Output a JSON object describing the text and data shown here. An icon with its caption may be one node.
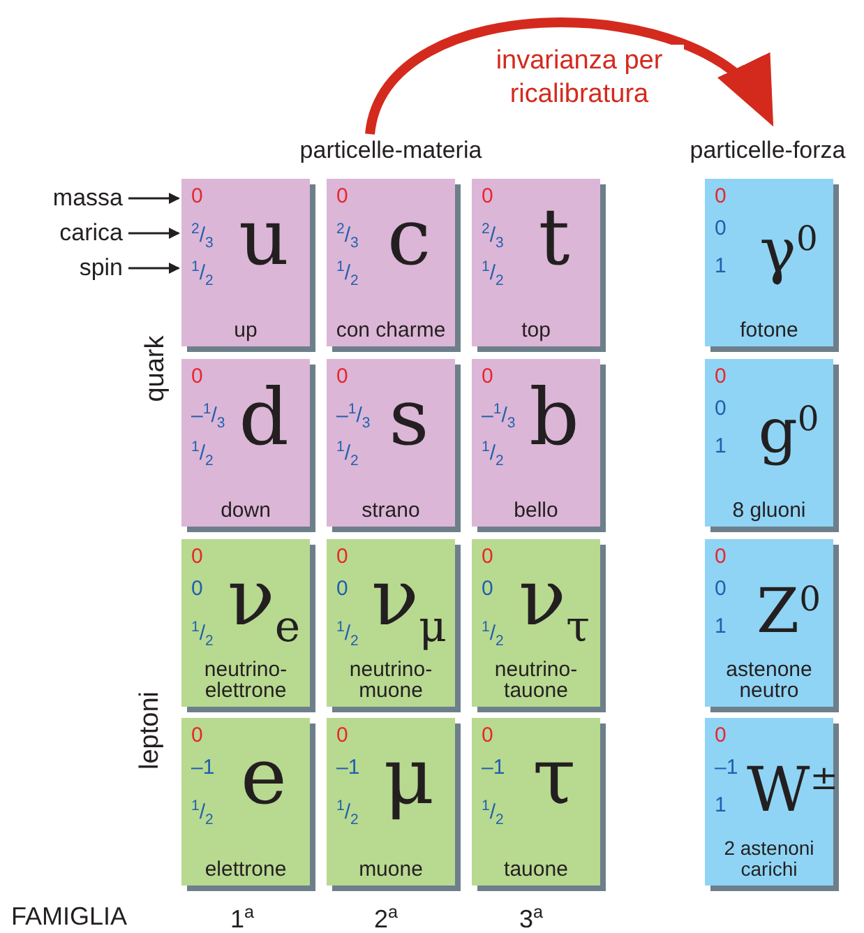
{
  "diagram": {
    "nodes": [
      {
        "text": [
          "particelle-materia"
        ]
      },
      {
        "text": [
          "particelle-forza"
        ]
      },
      {
        "text": [
          "massa"
        ]
      },
      {
        "text": [
          "carica"
        ]
      },
      {
        "text": [
          "spin"
        ]
      },
      {
        "text": [
          "0",
          "$^{2}$/$_{3}$",
          "$^{1}$/$_{2}$",
          "u",
          "up"
        ]
      },
      {
        "text": [
          "0",
          "$^{2}$/$_{3}$",
          "$^{1}$/$_{2}$",
          "c",
          "con charme"
        ]
      },
      {
        "text": [
          "0",
          "$^{2}$/$_{3}$",
          "$^{1}$/$_{2}$",
          "t",
          "top"
        ]
      },
      {
        "text": [
          "0",
          "0",
          "1",
          "γ$^{0}$",
          "fotone"
        ]
      },
      {
        "text": [
          "0",
          "–$^{1}$/$_{3}$",
          "$^{1}$/$_{2}$",
          "d",
          "down"
        ]
      },
      {
        "text": [
          "0",
          "–$^{1}$/$_{3}$",
          "$^{1}$/$_{2}$",
          "s",
          "strano"
        ]
      },
      {
        "text": [
          "0",
          "–$^{1}$/$_{3}$",
          "$^{1}$/$_{2}$",
          "b",
          "bello"
        ]
      },
      {
        "text": [
          "0",
          "0",
          "1",
          "g$^{0}$",
          "8 gluoni"
        ]
      },
      {
        "text": [
          "0",
          "0",
          "$^{1}$/$_{2}$",
          "ν$_{e}$",
          "neutrino-elettrone"
        ]
      },
      {
        "text": [
          "0",
          "0",
          "$^{1}$/$_{2}$",
          "ν$_{μ}$",
          "neutrino-muone"
        ]
      },
      {
        "text": [
          "0",
          "0",
          "$^{1}$/$_{2}$",
          "ν$_{τ}$",
          "neutrino-tauone"
        ]
      },
      {
        "text": [
          "0",
          "0",
          "1",
          "Z$^{0}$",
          "astenone neutro"
        ]
      },
      {
        "text": [
          "0",
          "–1",
          "$^{1}$/$_{2}$",
          "e",
          "elettrone"
        ]
      },
      {
        "text": [
          "0",
          "–1",
          "$^{1}$/$_{2}$",
          "μ",
          "muone"
        ]
      },
      {
        "text": [
          "0",
          "–1",
          "$^{1}$/$_{2}$",
          "τ",
          "tauone"
        ]
      },
      {
        "text": [
          "0",
          "–1",
          "1",
          "W$^{±}$",
          "2 astenoni carichi"
        ]
      }
    ],
    "edges": [
      {
        "from": 0,
        "to": 1,
        "arrow": "to",
        "label": "invarianza per ricalibratura",
        "style": "thick",
        "color": "#d42a1e"
      },
      {
        "from": 2,
        "to": 5,
        "arrow": "to"
      },
      {
        "from": 3,
        "to": 5,
        "arrow": "to"
      },
      {
        "from": 4,
        "to": 5,
        "arrow": "to"
      }
    ],
    "labels": [
      "quark",
      "leptoni",
      "FAMIGLIA",
      "1$^{a}$",
      "2$^{a}$",
      "3$^{a}$"
    ]
  }
}
